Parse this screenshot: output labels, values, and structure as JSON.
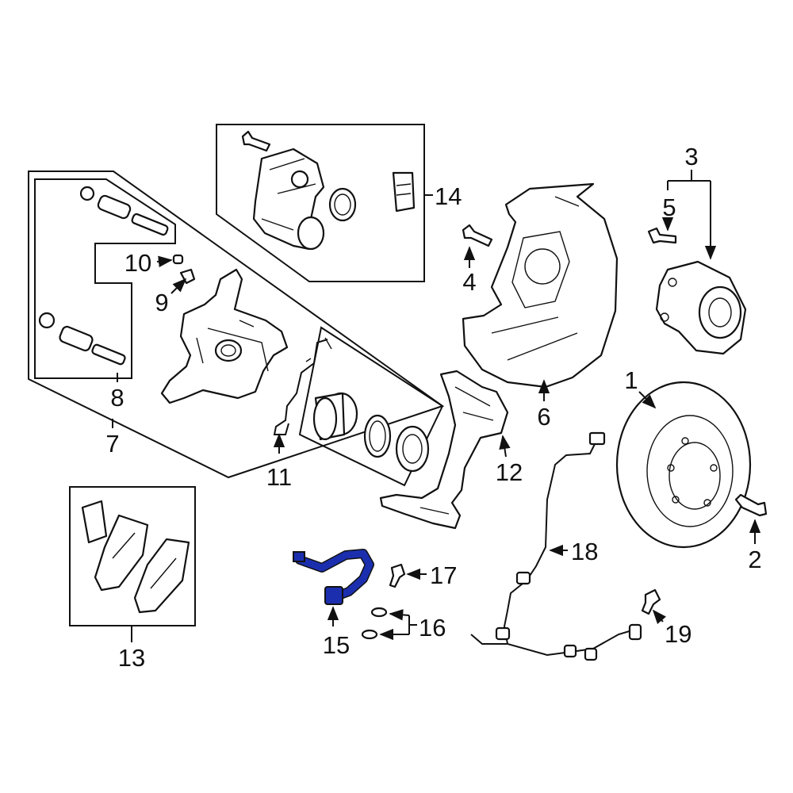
{
  "callouts": [
    "1",
    "2",
    "3",
    "4",
    "5",
    "6",
    "7",
    "8",
    "9",
    "10",
    "11",
    "12",
    "13",
    "14",
    "15",
    "16",
    "17",
    "18",
    "19"
  ],
  "colors": {
    "highlight": "#1b2fae",
    "line": "#111111",
    "background": "#ffffff"
  },
  "highlighted_part": "15"
}
